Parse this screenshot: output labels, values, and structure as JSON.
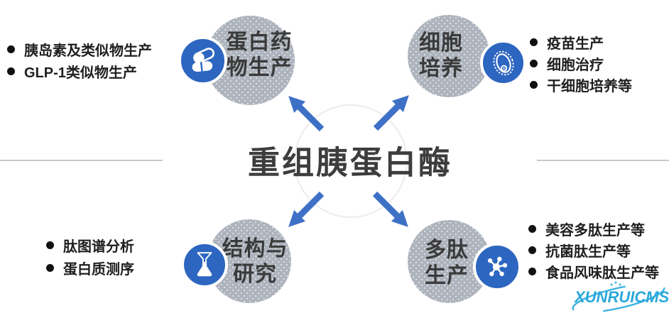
{
  "center": {
    "title": "重组胰蛋白酶"
  },
  "nodes": [
    {
      "id": "protein-drug-production",
      "label_line1": "蛋白药",
      "label_line2": "物生产",
      "icon": "pills-icon",
      "bullets": [
        "胰岛素及类似物生产",
        "GLP-1类似物生产"
      ]
    },
    {
      "id": "cell-culture",
      "label_line1": "细胞",
      "label_line2": "培养",
      "icon": "cell-icon",
      "bullets": [
        "疫苗生产",
        "细胞治疗",
        "干细胞培养等"
      ]
    },
    {
      "id": "structure-research",
      "label_line1": "结构与",
      "label_line2": "研究",
      "icon": "flask-icon",
      "bullets": [
        "肽图谱分析",
        "蛋白质测序"
      ]
    },
    {
      "id": "peptide-production",
      "label_line1": "多肽",
      "label_line2": "生产",
      "icon": "molecule-icon",
      "bullets": [
        "美容多肽生产等",
        "抗菌肽生产等",
        "食品风味肽生产等"
      ]
    }
  ],
  "watermark": {
    "text": "XUNRUICMS"
  },
  "colors": {
    "arrow_blue": "#3e70c6",
    "icon_blue": "#2d66c0",
    "circle_gray": "#aeb4bd",
    "title_dark": "#3d3d3d",
    "watermark_cyan": "#2aa8da"
  }
}
